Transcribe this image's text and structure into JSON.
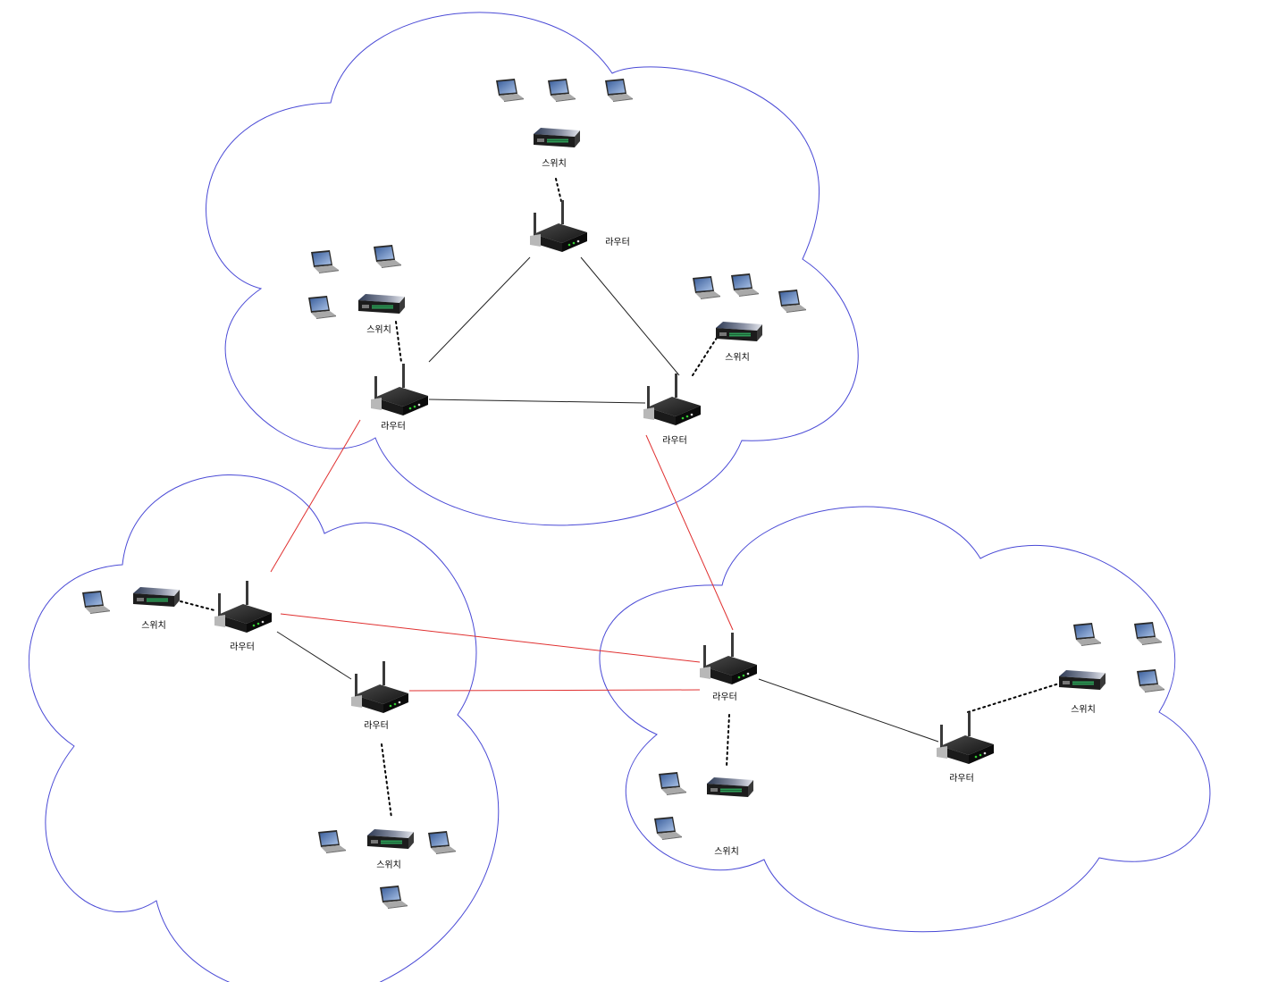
{
  "colors": {
    "cloud": "#4a4ad6",
    "link": "#222222",
    "inter_link": "#e03030"
  },
  "icons": {
    "router": "router-icon",
    "switch": "switch-icon",
    "laptop": "laptop-icon"
  },
  "routers": [
    {
      "label": "라우터"
    },
    {
      "label": "라우터"
    },
    {
      "label": "라우터"
    },
    {
      "label": "라우터"
    },
    {
      "label": "라우터"
    },
    {
      "label": "라우터"
    },
    {
      "label": "라우터"
    }
  ],
  "switches": [
    {
      "label": "스위치"
    },
    {
      "label": "스위치"
    },
    {
      "label": "스위치"
    },
    {
      "label": "스위치"
    },
    {
      "label": "스위치"
    },
    {
      "label": "스위치"
    },
    {
      "label": "스위치"
    }
  ]
}
